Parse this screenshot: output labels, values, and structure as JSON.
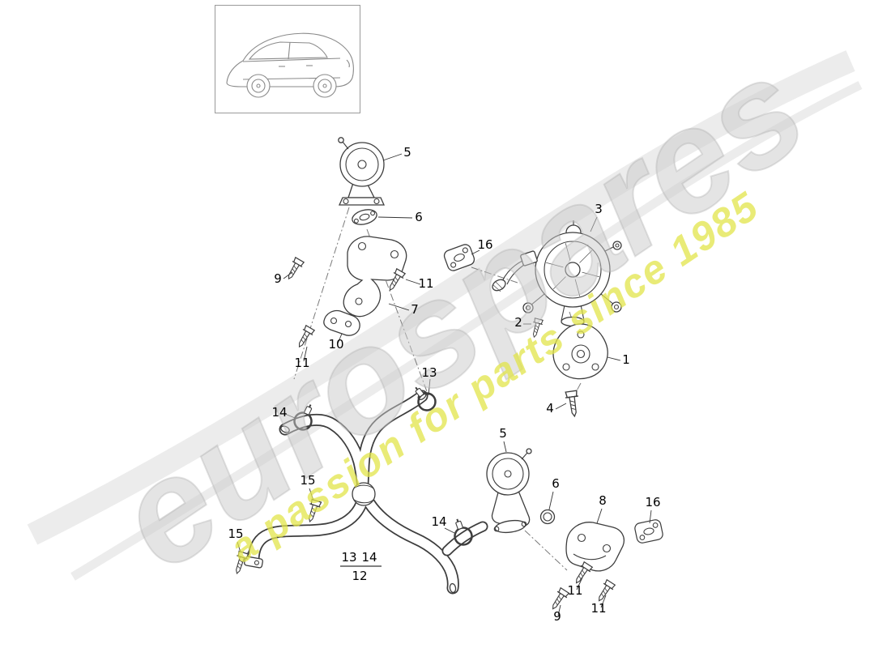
{
  "watermark": {
    "brand": "eurospares",
    "tagline": "a passion for parts since 1985",
    "brand_color": "#c9c9c9",
    "tagline_color": "#e2e449"
  },
  "icons": {
    "vehicle_thumbnail": "porsche-panamera-outline"
  },
  "callouts": [
    {
      "label": "5"
    },
    {
      "label": "6"
    },
    {
      "label": "16"
    },
    {
      "label": "3"
    },
    {
      "label": "9"
    },
    {
      "label": "11"
    },
    {
      "label": "7"
    },
    {
      "label": "10"
    },
    {
      "label": "2"
    },
    {
      "label": "11"
    },
    {
      "label": "1"
    },
    {
      "label": "13"
    },
    {
      "label": "4"
    },
    {
      "label": "14"
    },
    {
      "label": "5"
    },
    {
      "label": "15"
    },
    {
      "label": "6"
    },
    {
      "label": "8"
    },
    {
      "label": "16"
    },
    {
      "label": "15"
    },
    {
      "label": "14"
    },
    {
      "label": "13"
    },
    {
      "label": "14"
    },
    {
      "label": "12"
    },
    {
      "label": "11"
    },
    {
      "label": "11"
    },
    {
      "label": "9"
    }
  ]
}
